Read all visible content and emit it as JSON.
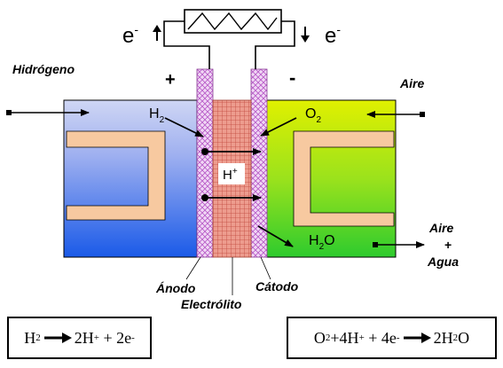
{
  "labels": {
    "hydrogen": "Hidrógeno",
    "air": "Aire",
    "air_water_1": "Aire",
    "air_water_2": "+",
    "air_water_3": "Agua",
    "plus": "+",
    "minus": "-",
    "electron_left": "e",
    "electron_right": "e",
    "electron_charge": "-",
    "h2_main": "H",
    "h2_sub": "2",
    "o2_main": "O",
    "o2_sub": "2",
    "hplus_main": "H",
    "hplus_sup": "+",
    "h2o_h": "H",
    "h2o_sub": "2",
    "h2o_o": "O",
    "anode": "Ánodo",
    "cathode": "Cátodo",
    "electrolyte": "Electrólito"
  },
  "equations": {
    "anode": {
      "left_main": "H",
      "left_sub": "2",
      "right_a": "2H",
      "right_a_sup": "+",
      "plus": " + ",
      "right_b": "2e",
      "right_b_sup": "-"
    },
    "cathode": {
      "o_main": "O",
      "o_sub": "2",
      "plus1": "+4H",
      "plus1_sup": "+",
      "plus2": " + 4e",
      "plus2_sup": "-",
      "right_main": "2H",
      "right_sub": "2",
      "right_o": "O"
    }
  },
  "colors": {
    "anode_top": "#c9d2f2",
    "anode_bottom": "#1e5ee8",
    "cathode_top": "#d8f000",
    "cathode_bottom": "#2ecc2e",
    "electrode": "#e9c4f0",
    "electrolyte": "#e8968c",
    "channel": "#f7c9a0"
  }
}
